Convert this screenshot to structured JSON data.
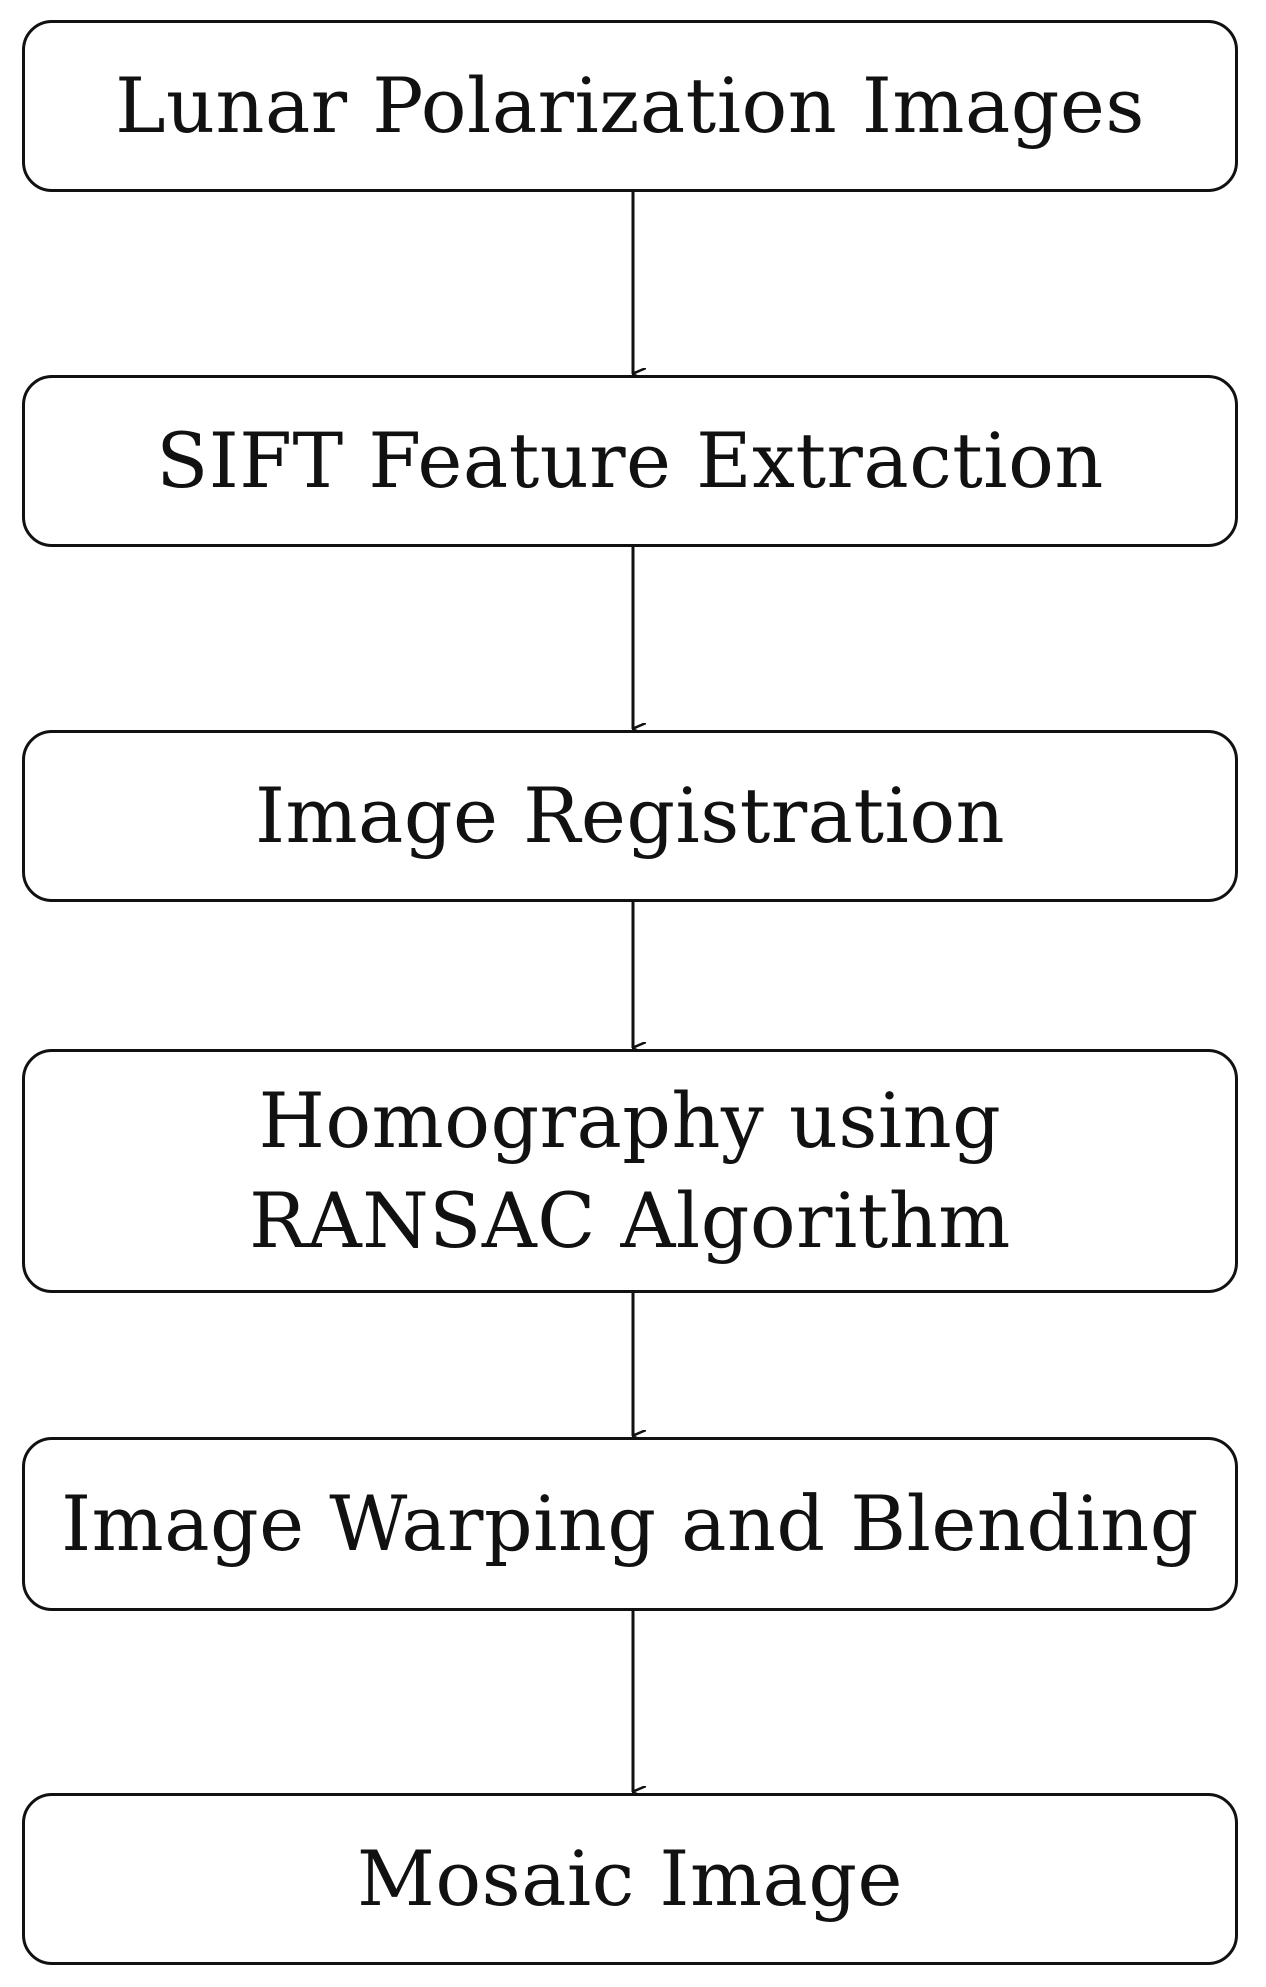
{
  "flowchart": {
    "steps": [
      {
        "lines": [
          "Lunar Polarization Images"
        ]
      },
      {
        "lines": [
          "SIFT Feature Extraction"
        ]
      },
      {
        "lines": [
          "Image Registration"
        ]
      },
      {
        "lines": [
          "Homography using",
          "RANSAC Algorithm"
        ]
      },
      {
        "lines": [
          "Image Warping and Blending"
        ]
      },
      {
        "lines": [
          "Mosaic Image"
        ]
      }
    ]
  },
  "colors": {
    "stroke": "#111111",
    "background": "#ffffff"
  }
}
